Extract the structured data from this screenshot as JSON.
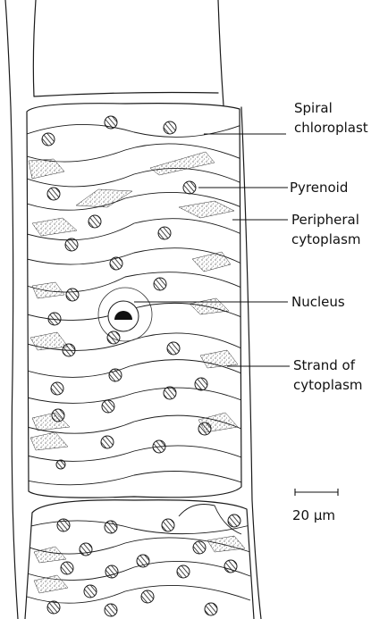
{
  "labels": {
    "spiral_chloroplast": [
      "Spiral",
      "chloroplast"
    ],
    "pyrenoid": "Pyrenoid",
    "peripheral_cytoplasm": [
      "Peripheral",
      "cytoplasm"
    ],
    "nucleus": "Nucleus",
    "strand_of_cytoplasm": [
      "Strand of",
      "cytoplasm"
    ]
  },
  "scale_bar": {
    "label": "20 µm"
  },
  "colors": {
    "ink": "#1a1a1a",
    "background": "#ffffff"
  }
}
